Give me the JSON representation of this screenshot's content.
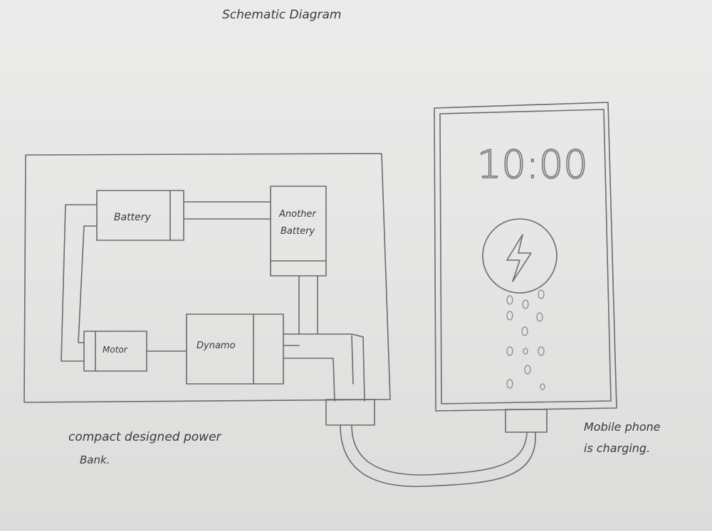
{
  "diagram": {
    "title": "Schematic  Diagram",
    "components": {
      "battery": "Battery",
      "another_battery_line1": "Another",
      "another_battery_line2": "Battery",
      "motor": "Motor",
      "dynamo": "Dynamo"
    },
    "phone": {
      "time": "10:00",
      "icon": "lightning-bolt-icon"
    },
    "captions": {
      "power_bank_line1": "compact designed power",
      "power_bank_line2": "Bank.",
      "phone_line1": "Mobile phone",
      "phone_line2": "is charging."
    }
  }
}
